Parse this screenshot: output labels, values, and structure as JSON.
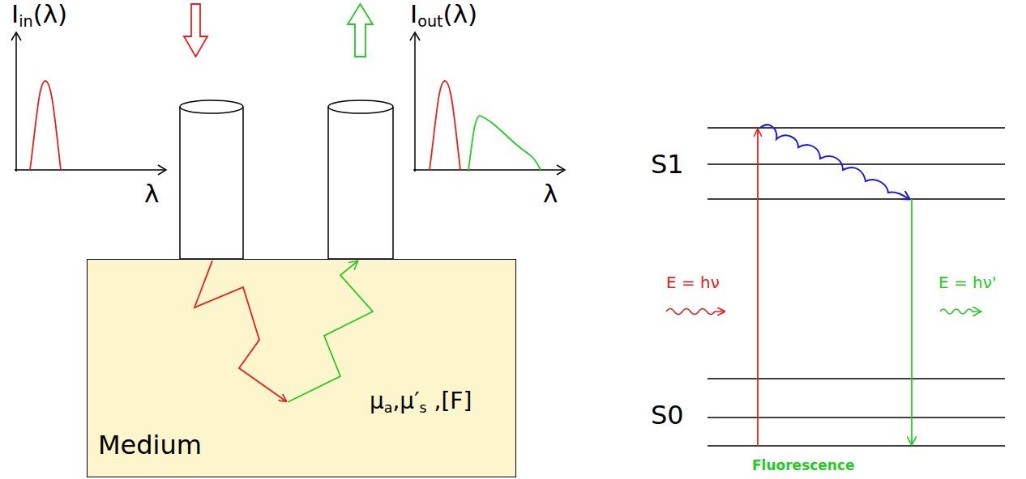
{
  "diagram": {
    "nodes": [
      {
        "text": [
          "Medium",
          "μa,μ′s ,[F]"
        ]
      }
    ],
    "labels": [
      "Iin(λ)",
      "λ",
      "Iout(λ)",
      "λ",
      "S1",
      "S0",
      "E = hν",
      "E = hν'",
      "Fluorescence"
    ]
  }
}
